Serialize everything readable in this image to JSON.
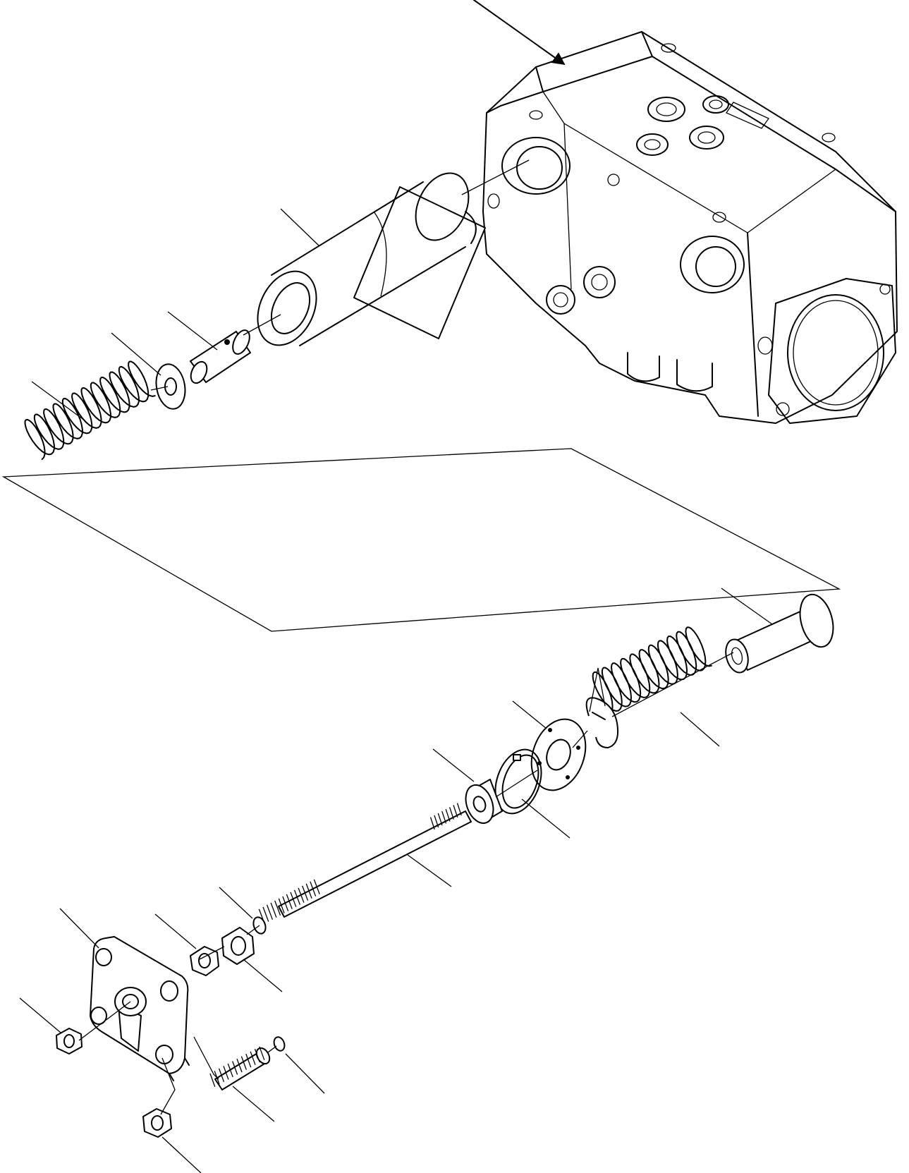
{
  "diagram": {
    "parts": [
      {
        "id": "pump-housing"
      },
      {
        "id": "sleeve"
      },
      {
        "id": "spool"
      },
      {
        "id": "washer"
      },
      {
        "id": "spring-upper"
      },
      {
        "id": "piston"
      },
      {
        "id": "spring-lower"
      },
      {
        "id": "split-collar"
      },
      {
        "id": "spring-seat"
      },
      {
        "id": "snap-ring"
      },
      {
        "id": "guide-bushing"
      },
      {
        "id": "adjusting-rod"
      },
      {
        "id": "o-ring-rod"
      },
      {
        "id": "nut-small"
      },
      {
        "id": "lock-nut"
      },
      {
        "id": "cover-plate"
      },
      {
        "id": "nut-left"
      },
      {
        "id": "set-screw"
      },
      {
        "id": "o-ring-screw"
      },
      {
        "id": "nut-bottom"
      }
    ]
  }
}
